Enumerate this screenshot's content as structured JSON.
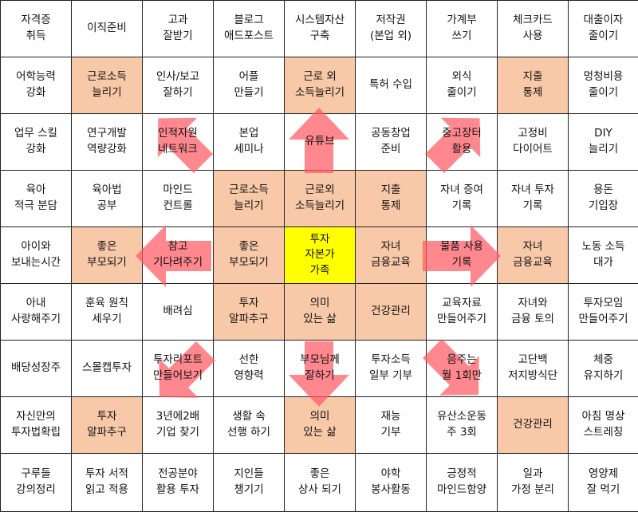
{
  "colors": {
    "peach": "#f8c9a8",
    "center": "#ffff00",
    "arrow": "#ff5a64",
    "grid_line": "#222222"
  },
  "cells": [
    [
      "자격증\n취득",
      "이직준비",
      "고과\n잘받기",
      "블로그\n애드포스트",
      "시스템자산\n구축",
      "저작권\n(본업 외)",
      "가계부\n쓰기",
      "체크카드\n사용",
      "대출이자\n줄이기"
    ],
    [
      "어학능력\n강화",
      "근로소득\n늘리기",
      "인사/보고\n잘하기",
      "어플\n만들기",
      "근로 외\n소득늘리기",
      "특허 수입",
      "외식\n줄이기",
      "지출\n통제",
      "멍청비용\n줄이기"
    ],
    [
      "업무 스킬\n강화",
      "연구개발\n역량강화",
      "인적자원\n네트워크",
      "본업\n세미나",
      "유튜브",
      "공동창업\n준비",
      "중고장터\n활용",
      "고정비\n다이어트",
      "DIY\n늘리기"
    ],
    [
      "육아\n적극 분담",
      "육아법\n공부",
      "마인드\n컨트롤",
      "근로소득\n늘리기",
      "근로외\n소득늘리기",
      "지출\n통제",
      "자녀 증여\n기록",
      "자녀 투자\n기록",
      "용돈\n기입장"
    ],
    [
      "아이와\n보내는시간",
      "좋은\n부모되기",
      "참고\n기다려주기",
      "좋은\n부모되기",
      "투자\n자본가\n가족",
      "자녀\n금융교육",
      "물품 사용\n기록",
      "자녀\n금융교육",
      "노동 소득\n대가"
    ],
    [
      "아내\n사랑해주기",
      "훈육 원칙\n세우기",
      "배려심",
      "투자\n알파추구",
      "의미\n있는 삶",
      "건강관리",
      "교육자료\n만들어주기",
      "자녀와\n금융 토의",
      "투자모임\n만들어주기"
    ],
    [
      "배당성장주",
      "스몰캡투자",
      "투자리포트\n만들어보기",
      "선한\n영향력",
      "부모님께\n잘하기",
      "투자소득\n일부 기부",
      "음주는\n월 1회만",
      "고단백\n저지방식단",
      "체중\n유지하기"
    ],
    [
      "자신만의\n투자법확립",
      "투자\n알파추구",
      "3년에2배\n기업 찾기",
      "생활 속\n선행 하기",
      "의미\n있는 삶",
      "재능\n기부",
      "유산소운동\n주 3회",
      "건강관리",
      "아침 명상\n스트레칭"
    ],
    [
      "구루들\n강의정리",
      "투자 서적\n읽고 적용",
      "전공분야\n활용 투자",
      "지인들\n챙기기",
      "좋은\n상사 되기",
      "야학\n봉사활동",
      "긍정적\n마인드함양",
      "일과\n가정 분리",
      "영양제\n잘 먹기"
    ]
  ],
  "highlight": [
    [
      "",
      "",
      "",
      "",
      "",
      "",
      "",
      "",
      ""
    ],
    [
      "",
      "peach",
      "",
      "",
      "peach",
      "",
      "",
      "peach",
      ""
    ],
    [
      "",
      "",
      "",
      "",
      "",
      "",
      "",
      "",
      ""
    ],
    [
      "",
      "",
      "",
      "peach",
      "peach",
      "peach",
      "",
      "",
      ""
    ],
    [
      "",
      "peach",
      "",
      "peach",
      "yellow",
      "peach",
      "",
      "peach",
      ""
    ],
    [
      "",
      "",
      "",
      "peach",
      "peach",
      "peach",
      "",
      "",
      ""
    ],
    [
      "",
      "",
      "",
      "",
      "",
      "",
      "",
      "",
      ""
    ],
    [
      "",
      "peach",
      "",
      "",
      "peach",
      "",
      "",
      "peach",
      ""
    ],
    [
      "",
      "",
      "",
      "",
      "",
      "",
      "",
      "",
      ""
    ]
  ],
  "arrows": [
    {
      "name": "arrow-up",
      "dir": "up"
    },
    {
      "name": "arrow-down",
      "dir": "down"
    },
    {
      "name": "arrow-left",
      "dir": "left"
    },
    {
      "name": "arrow-right",
      "dir": "right"
    },
    {
      "name": "arrow-up-left",
      "dir": "up-left"
    },
    {
      "name": "arrow-up-right",
      "dir": "up-right"
    },
    {
      "name": "arrow-down-left",
      "dir": "down-left"
    },
    {
      "name": "arrow-down-right",
      "dir": "down-right"
    }
  ]
}
